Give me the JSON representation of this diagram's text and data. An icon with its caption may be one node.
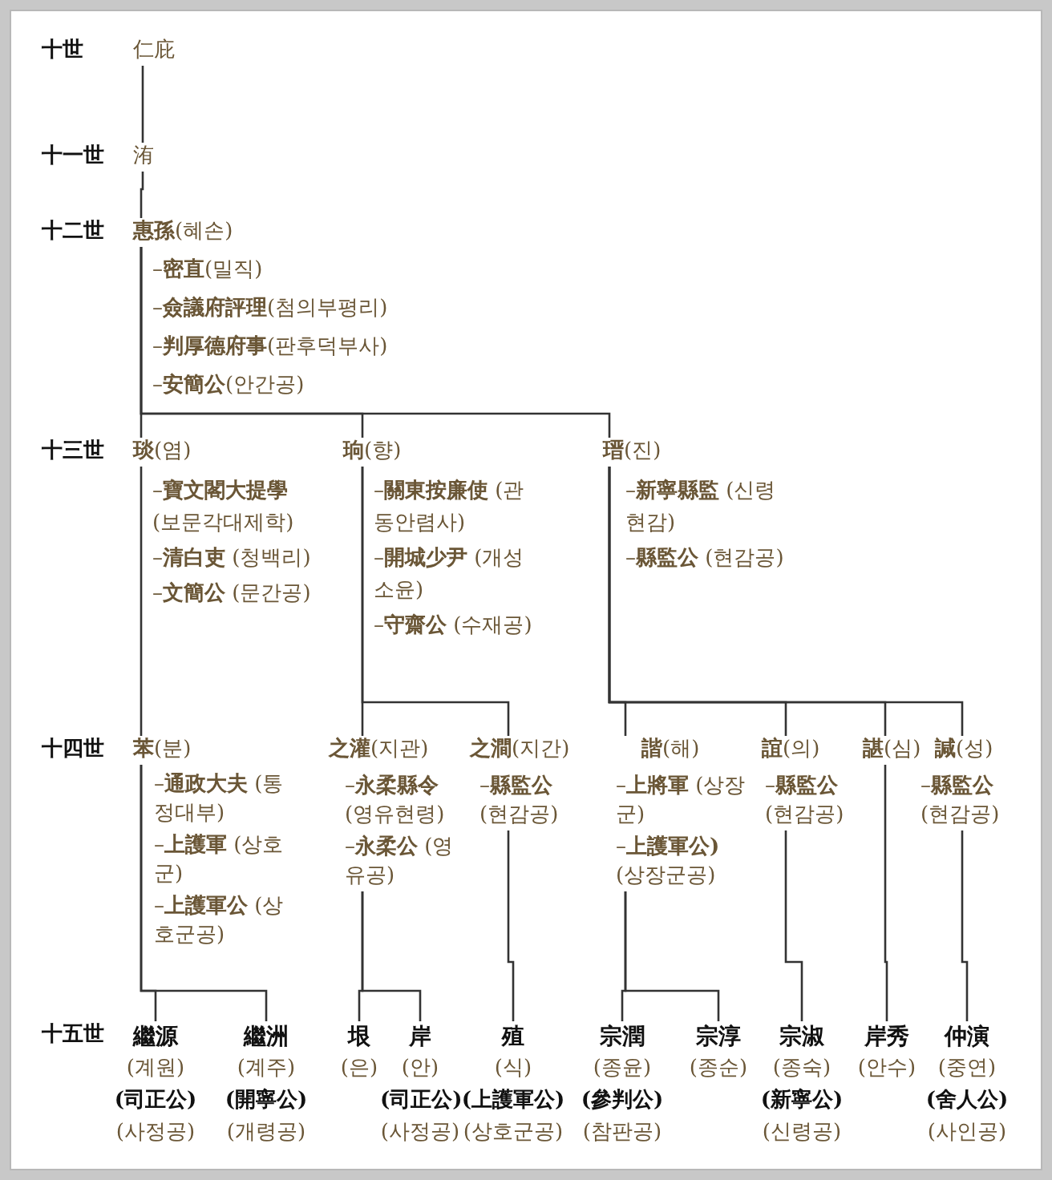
{
  "diagram": {
    "nodes": [
      {
        "text": [
          "仁庇"
        ]
      },
      {
        "text": [
          "洧"
        ]
      },
      {
        "text": [
          "**惠孫**(혜손)"
        ],
        "beside": [
          "–**密直**(밀직)",
          "–**僉議府評理**(첨의부평리)",
          "–**判厚德府事**(판후덕부사)",
          "–**安簡公**(안간공)"
        ]
      },
      {
        "text": [
          "**琰**(염)"
        ],
        "beside": [
          "–**寶文閣大提學** (보문각대제학)",
          "–**清白吏** (청백리)",
          "–**文簡公** (문간공)"
        ]
      },
      {
        "text": [
          "**珦**(향)"
        ],
        "beside": [
          "–**關東按廉使** (관동안렴사)",
          "–**開城少尹** (개성소윤)",
          "–**守齋公** (수재공)"
        ]
      },
      {
        "text": [
          "**瑨**(진)"
        ],
        "beside": [
          "–**新寧縣監** (신령현감)",
          "–**縣監公** (현감공)"
        ]
      },
      {
        "text": [
          "**苯**(분)"
        ],
        "beside": [
          "–**通政大夫** (통정대부)",
          "–**上護軍** (상호군)",
          "–**上護軍公** (상호군공)"
        ]
      },
      {
        "text": [
          "**之灌**(지관)"
        ],
        "beside": [
          "–**永柔縣令** (영유현령)",
          "–**永柔公** (영유공)"
        ]
      },
      {
        "text": [
          "**之澗**(지간)"
        ],
        "beside": [
          "–**縣監公** (현감공)"
        ]
      },
      {
        "text": [
          "**諧**(해)"
        ],
        "beside": [
          "–**上將軍** (상장군)",
          "–**上護軍公)** (상장군공)"
        ]
      },
      {
        "text": [
          "**誼**(의)"
        ],
        "beside": [
          "–**縣監公** (현감공)"
        ]
      },
      {
        "text": [
          "**諶**(심)"
        ]
      },
      {
        "text": [
          "**諴**(성)"
        ],
        "beside": [
          "–**縣監公** (현감공)"
        ]
      },
      {
        "text": [
          "繼源",
          "(계원)",
          "(司正公)",
          "(사정공)"
        ]
      },
      {
        "text": [
          "繼洲",
          "(계주)",
          "(開寧公)",
          "(개령공)"
        ]
      },
      {
        "text": [
          "垠",
          "(은)"
        ]
      },
      {
        "text": [
          "岸",
          "(안)",
          "(司正公)",
          "(사정공)"
        ]
      },
      {
        "text": [
          "殖",
          "(식)",
          "(上護軍公)",
          "(상호군공)"
        ]
      },
      {
        "text": [
          "宗潤",
          "(종윤)",
          "(參判公)",
          "(참판공)"
        ]
      },
      {
        "text": [
          "宗淳",
          "(종순)"
        ]
      },
      {
        "text": [
          "宗淑",
          "(종숙)",
          "(新寧公)",
          "(신령공)"
        ]
      },
      {
        "text": [
          "岸秀",
          "(안수)"
        ]
      },
      {
        "text": [
          "仲演",
          "(중연)",
          "(舍人公)",
          "(사인공)"
        ]
      }
    ],
    "edges": [
      {
        "from": 0,
        "to": 1,
        "arrow": "none"
      },
      {
        "from": 1,
        "to": 2,
        "arrow": "none"
      },
      {
        "from": 2,
        "to": 3,
        "arrow": "none"
      },
      {
        "from": 2,
        "to": 4,
        "arrow": "none"
      },
      {
        "from": 2,
        "to": 5,
        "arrow": "none"
      },
      {
        "from": 3,
        "to": 6,
        "arrow": "none"
      },
      {
        "from": 4,
        "to": 7,
        "arrow": "none"
      },
      {
        "from": 4,
        "to": 8,
        "arrow": "none"
      },
      {
        "from": 5,
        "to": 9,
        "arrow": "none"
      },
      {
        "from": 5,
        "to": 10,
        "arrow": "none"
      },
      {
        "from": 5,
        "to": 11,
        "arrow": "none"
      },
      {
        "from": 5,
        "to": 12,
        "arrow": "none"
      },
      {
        "from": 6,
        "to": 13,
        "arrow": "none"
      },
      {
        "from": 6,
        "to": 14,
        "arrow": "none"
      },
      {
        "from": 7,
        "to": 15,
        "arrow": "none"
      },
      {
        "from": 7,
        "to": 16,
        "arrow": "none"
      },
      {
        "from": 8,
        "to": 17,
        "arrow": "none"
      },
      {
        "from": 9,
        "to": 18,
        "arrow": "none"
      },
      {
        "from": 9,
        "to": 19,
        "arrow": "none"
      },
      {
        "from": 10,
        "to": 20,
        "arrow": "none"
      },
      {
        "from": 11,
        "to": 21,
        "arrow": "none"
      },
      {
        "from": 12,
        "to": 22,
        "arrow": "none"
      }
    ],
    "labels": [
      "十世",
      "十一世",
      "十二世",
      "十三世",
      "十四世",
      "十五世"
    ]
  }
}
